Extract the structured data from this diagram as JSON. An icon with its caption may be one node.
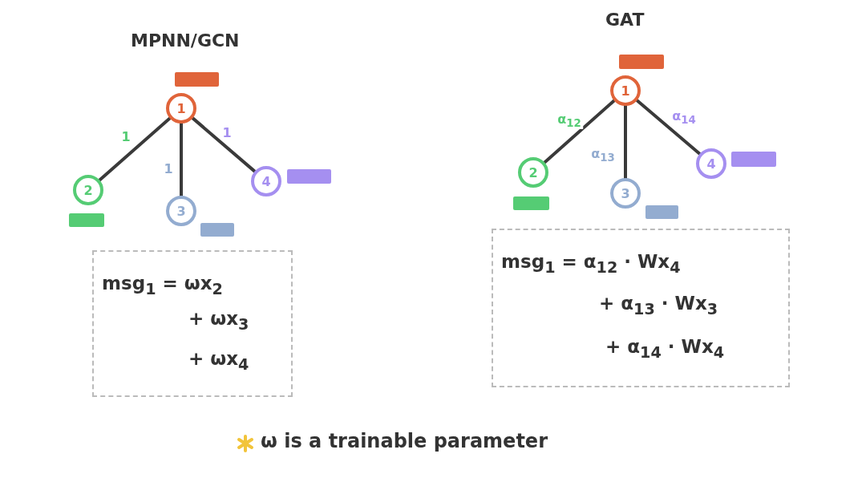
{
  "diagram": {
    "nodes": [
      {
        "text": [
          "1"
        ]
      },
      {
        "text": [
          "2"
        ]
      },
      {
        "text": [
          "3"
        ]
      },
      {
        "text": [
          "4"
        ]
      },
      {
        "text": [
          "msg$_{1}$ = ωx$_{2}$",
          "+ ωx$_{3}$",
          "+ ωx$_{4}$"
        ]
      },
      {
        "text": [
          "1"
        ]
      },
      {
        "text": [
          "2"
        ]
      },
      {
        "text": [
          "3"
        ]
      },
      {
        "text": [
          "4"
        ]
      },
      {
        "text": [
          "msg$_{1}$ = α$_{12}$ · Wx$_{4}$",
          "+ α$_{13}$ · Wx$_{3}$",
          "+ α$_{14}$ · Wx$_{4}$"
        ]
      }
    ],
    "edges": [
      {
        "from": 0,
        "to": 1,
        "arrow": "none",
        "label": "1"
      },
      {
        "from": 0,
        "to": 2,
        "arrow": "none",
        "label": "1"
      },
      {
        "from": 0,
        "to": 3,
        "arrow": "none",
        "label": "1"
      },
      {
        "from": 5,
        "to": 6,
        "arrow": "none",
        "label": "α$_{12}$"
      },
      {
        "from": 5,
        "to": 7,
        "arrow": "none",
        "label": "α$_{13}$"
      },
      {
        "from": 5,
        "to": 8,
        "arrow": "none",
        "label": "α$_{14}$"
      }
    ],
    "labels": [
      "MPNN/GCN",
      "GAT",
      "ω is a trainable parameter"
    ]
  }
}
